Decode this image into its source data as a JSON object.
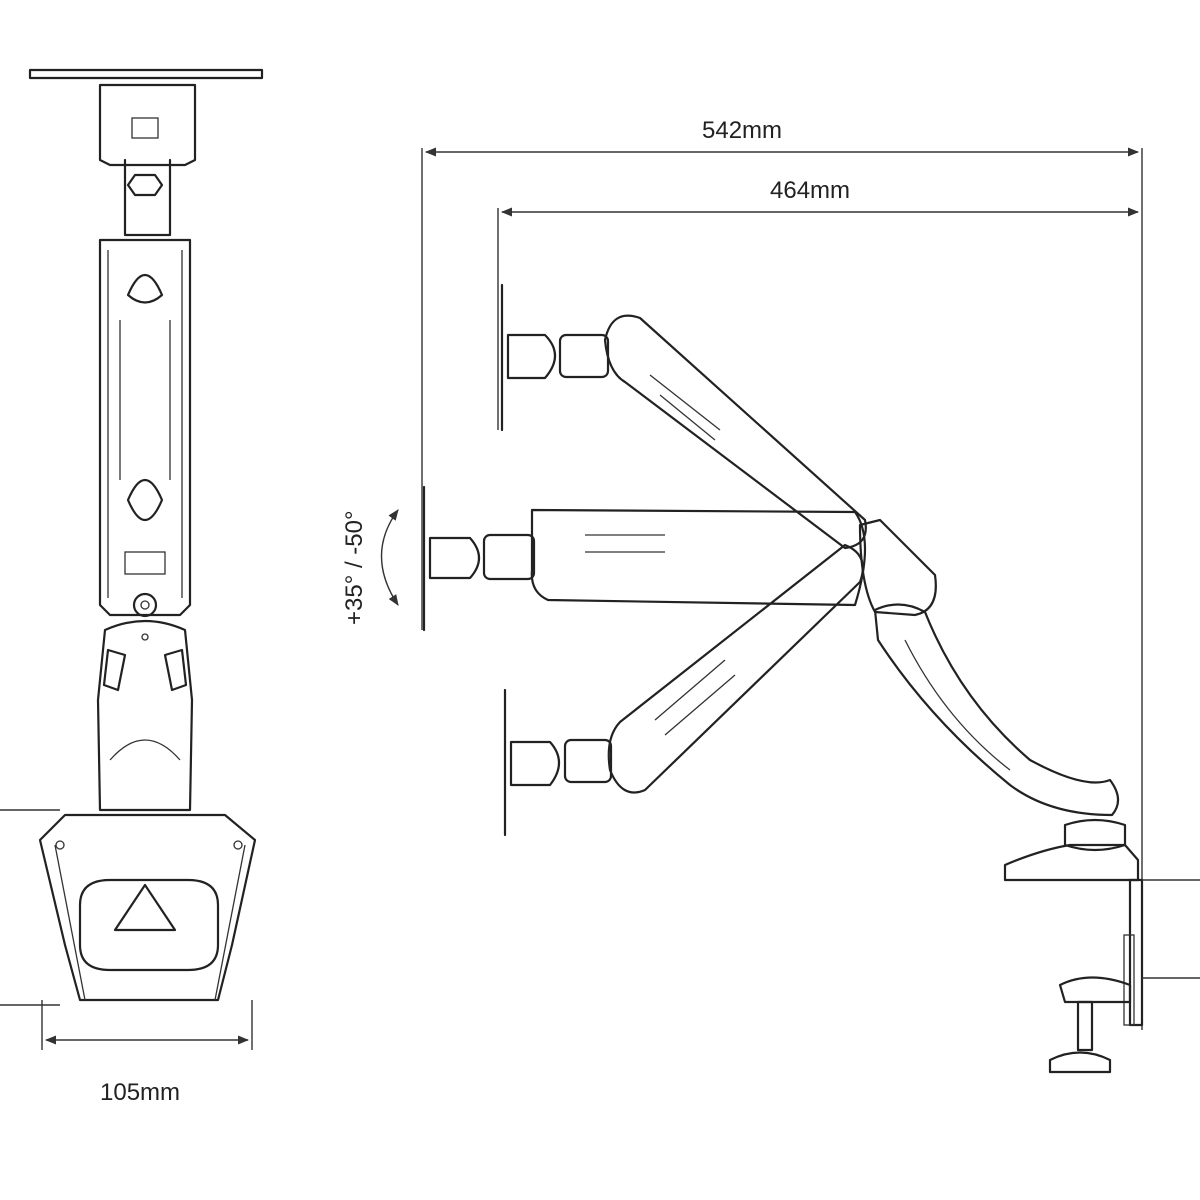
{
  "diagram": {
    "subject": "gas spring monitor arm technical drawing",
    "views": [
      "front-view",
      "side-view"
    ],
    "dimensions": {
      "total_reach": "542mm",
      "arm_reach": "464mm",
      "base_width": "105mm",
      "tilt_range": "+35° / -50°"
    }
  }
}
